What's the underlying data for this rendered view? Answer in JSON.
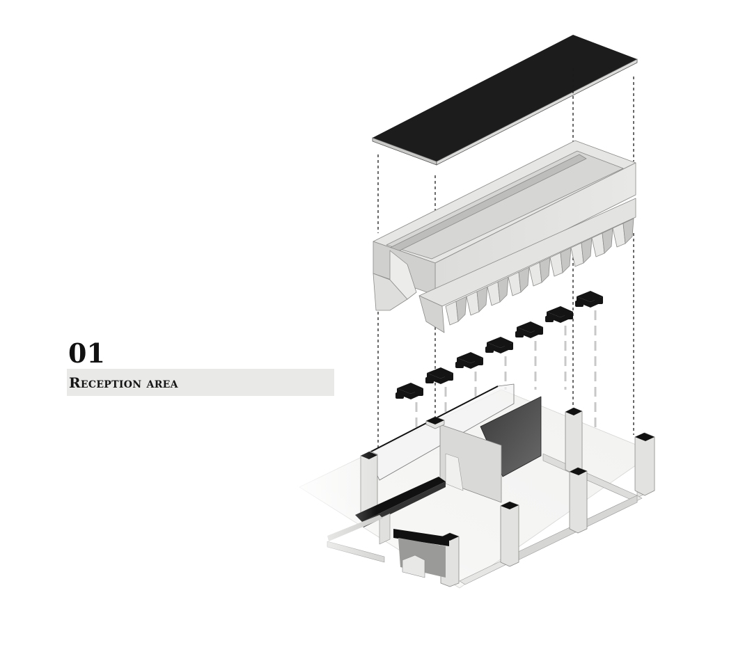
{
  "section": {
    "number": "01",
    "title": "Reception area"
  },
  "diagram": {
    "kind": "exploded axonometric",
    "layers": [
      "roof-slab",
      "ceiling-structure",
      "pendant-lights",
      "walls-and-floor"
    ],
    "light_count": 7
  },
  "colors": {
    "roof": "#1c1c1c",
    "concrete": "#e2e2e0",
    "band": "#e9e9e8",
    "guide_line": "#1a1a1a",
    "light_guide": "#c8c8c8"
  }
}
